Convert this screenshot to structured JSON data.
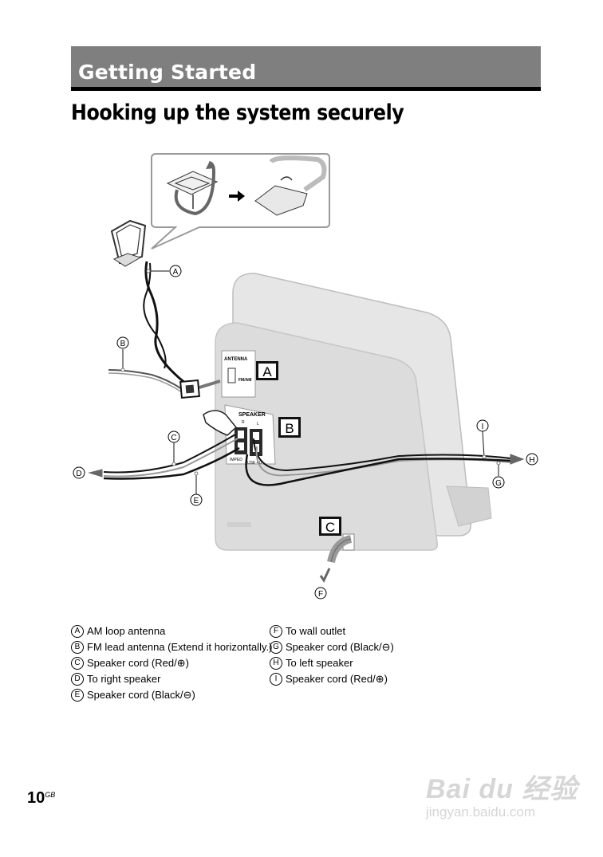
{
  "header": {
    "section": "Getting Started",
    "title": "Hooking up the system securely"
  },
  "diagram": {
    "panel_labels": {
      "a": "A",
      "b": "B",
      "c": "C"
    },
    "unit_text": {
      "antenna": "ANTENNA",
      "fm_am": "FM/AM",
      "speaker": "SPEAKER",
      "r": "R",
      "l": "L",
      "imped": "IMPED",
      "use": "USE 4Ω"
    },
    "callouts": {
      "a": "A",
      "b": "B",
      "c": "C",
      "d": "D",
      "e": "E",
      "f": "F",
      "g": "G",
      "h": "H",
      "i": "I"
    }
  },
  "legend": {
    "left": [
      {
        "letter": "A",
        "text": "AM loop antenna"
      },
      {
        "letter": "B",
        "text": "FM lead antenna (Extend it horizontally.)"
      },
      {
        "letter": "C",
        "text": "Speaker cord (Red/⊕)"
      },
      {
        "letter": "D",
        "text": "To right speaker"
      },
      {
        "letter": "E",
        "text": "Speaker cord (Black/⊖)"
      }
    ],
    "right": [
      {
        "letter": "F",
        "text": "To wall outlet"
      },
      {
        "letter": "G",
        "text": "Speaker cord (Black/⊖)"
      },
      {
        "letter": "H",
        "text": "To left speaker"
      },
      {
        "letter": "I",
        "text": "Speaker cord (Red/⊕)"
      }
    ]
  },
  "footer": {
    "page": "10",
    "page_sup": "GB"
  },
  "watermark": {
    "logo": "Bai du 经验",
    "url": "jingyan.baidu.com"
  }
}
